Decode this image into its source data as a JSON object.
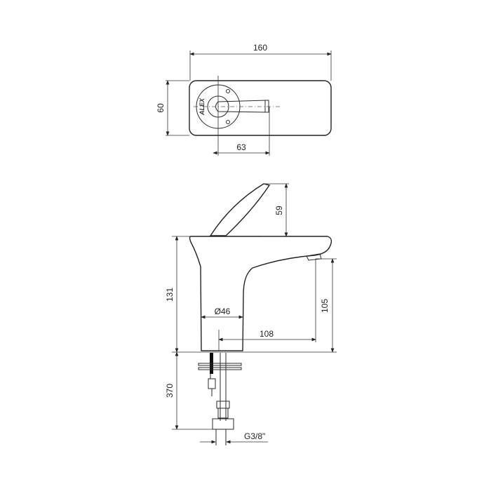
{
  "drawing": {
    "type": "faucet technical drawing",
    "top_view": {
      "width_label": "160",
      "depth_label": "60",
      "handle_length_label": "63",
      "logo_text": "ALEX"
    },
    "side_view": {
      "handle_height_label": "59",
      "body_height_label": "131",
      "spout_height_label": "105",
      "base_diameter_label": "Ø46",
      "spout_reach_label": "108",
      "hose_length_label": "370",
      "thread_label": "G3/8\""
    }
  },
  "colors": {
    "line": "#2a2a2a",
    "background": "#ffffff"
  }
}
